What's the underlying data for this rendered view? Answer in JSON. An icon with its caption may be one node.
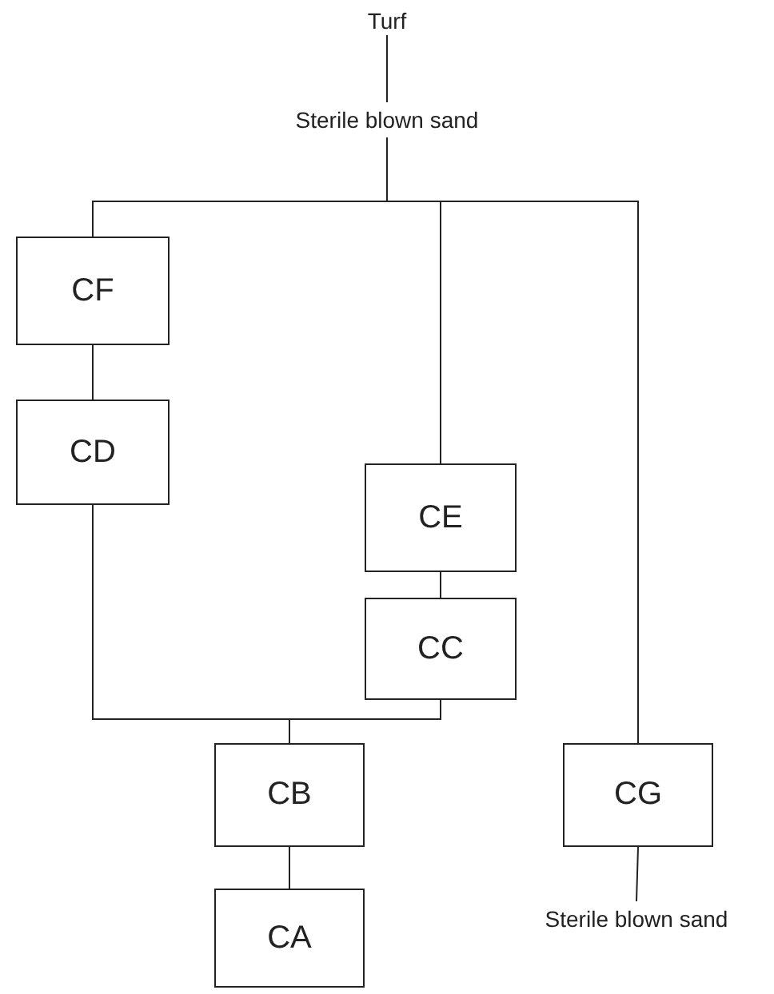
{
  "diagram": {
    "nodes": [
      {
        "text": [
          "Turf"
        ]
      },
      {
        "text": [
          "Sterile blown sand"
        ]
      },
      {
        "text": [
          "CF"
        ]
      },
      {
        "text": [
          "CD"
        ]
      },
      {
        "text": [
          "CE"
        ]
      },
      {
        "text": [
          "CC"
        ]
      },
      {
        "text": [
          "CB"
        ]
      },
      {
        "text": [
          "CG"
        ]
      },
      {
        "text": [
          "CA"
        ]
      },
      {
        "text": [
          "Sterile blown sand"
        ]
      }
    ],
    "edges": [
      {
        "from": 0,
        "to": 1,
        "arrow": "none"
      },
      {
        "from": 1,
        "to": 2,
        "arrow": "none"
      },
      {
        "from": 1,
        "to": 4,
        "arrow": "none"
      },
      {
        "from": 1,
        "to": 7,
        "arrow": "none"
      },
      {
        "from": 2,
        "to": 3,
        "arrow": "none"
      },
      {
        "from": 3,
        "to": 6,
        "arrow": "none"
      },
      {
        "from": 4,
        "to": 5,
        "arrow": "none"
      },
      {
        "from": 5,
        "to": 6,
        "arrow": "none"
      },
      {
        "from": 6,
        "to": 8,
        "arrow": "none"
      },
      {
        "from": 7,
        "to": 9,
        "arrow": "none"
      }
    ]
  }
}
